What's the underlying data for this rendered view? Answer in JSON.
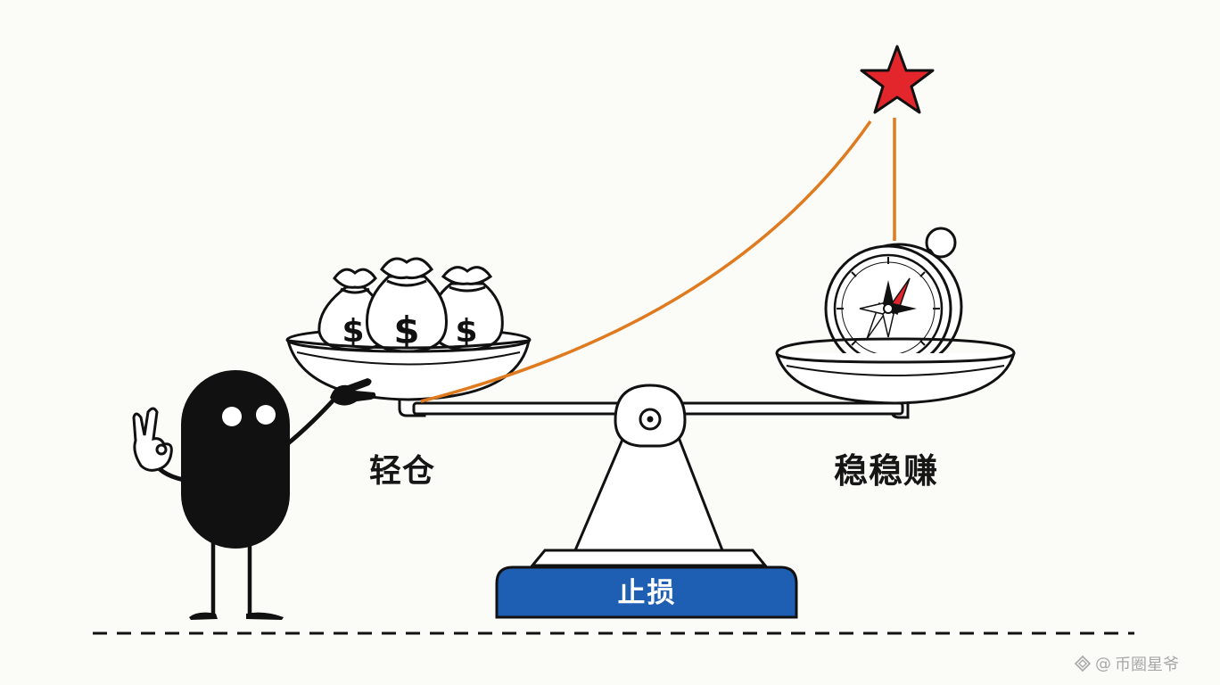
{
  "labels": {
    "left_pan": "轻仓",
    "right_pan": "稳稳赚",
    "base": "止损"
  },
  "money_bags": {
    "symbol": "$",
    "count": 3
  },
  "watermark": {
    "at_symbol": "@",
    "text": "币圈星爷"
  },
  "colors": {
    "background": "#fbfbf8",
    "ink": "#111111",
    "curve": "#e07a1f",
    "star": "#e3262b",
    "base": "#1e5fb4",
    "base_text": "#ffffff",
    "watermark": "#a8a8a8"
  },
  "icons": {
    "left_pan_contents": "money-bag-icon",
    "right_pan_contents": "compass-icon",
    "goal": "star-icon",
    "character": "stick-figure-ok-gesture"
  }
}
